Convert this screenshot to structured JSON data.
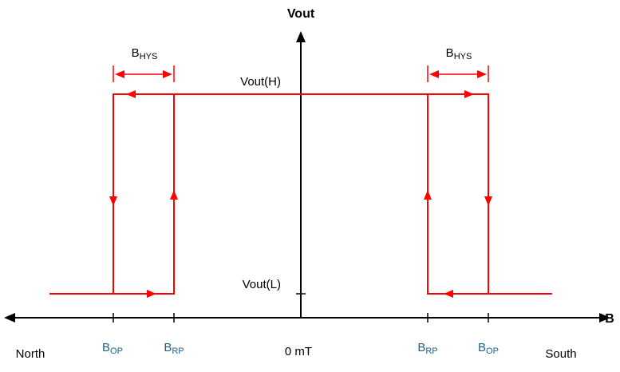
{
  "diagram": {
    "y_axis_title": "Vout",
    "x_axis_label": "B",
    "origin_label": "0 mT",
    "pole_left": "North",
    "pole_right": "South",
    "level_high_label": "Vout(H)",
    "level_low_label": "Vout(L)",
    "hysteresis_label": {
      "base": "B",
      "sub": "HYS"
    },
    "operate_label": {
      "base": "B",
      "sub": "OP"
    },
    "release_label": {
      "base": "B",
      "sub": "RP"
    },
    "colors": {
      "curve": "#FF0000",
      "axis": "#000000",
      "threshold_labels": "#1F618D",
      "background": "#FFFFFF"
    }
  }
}
